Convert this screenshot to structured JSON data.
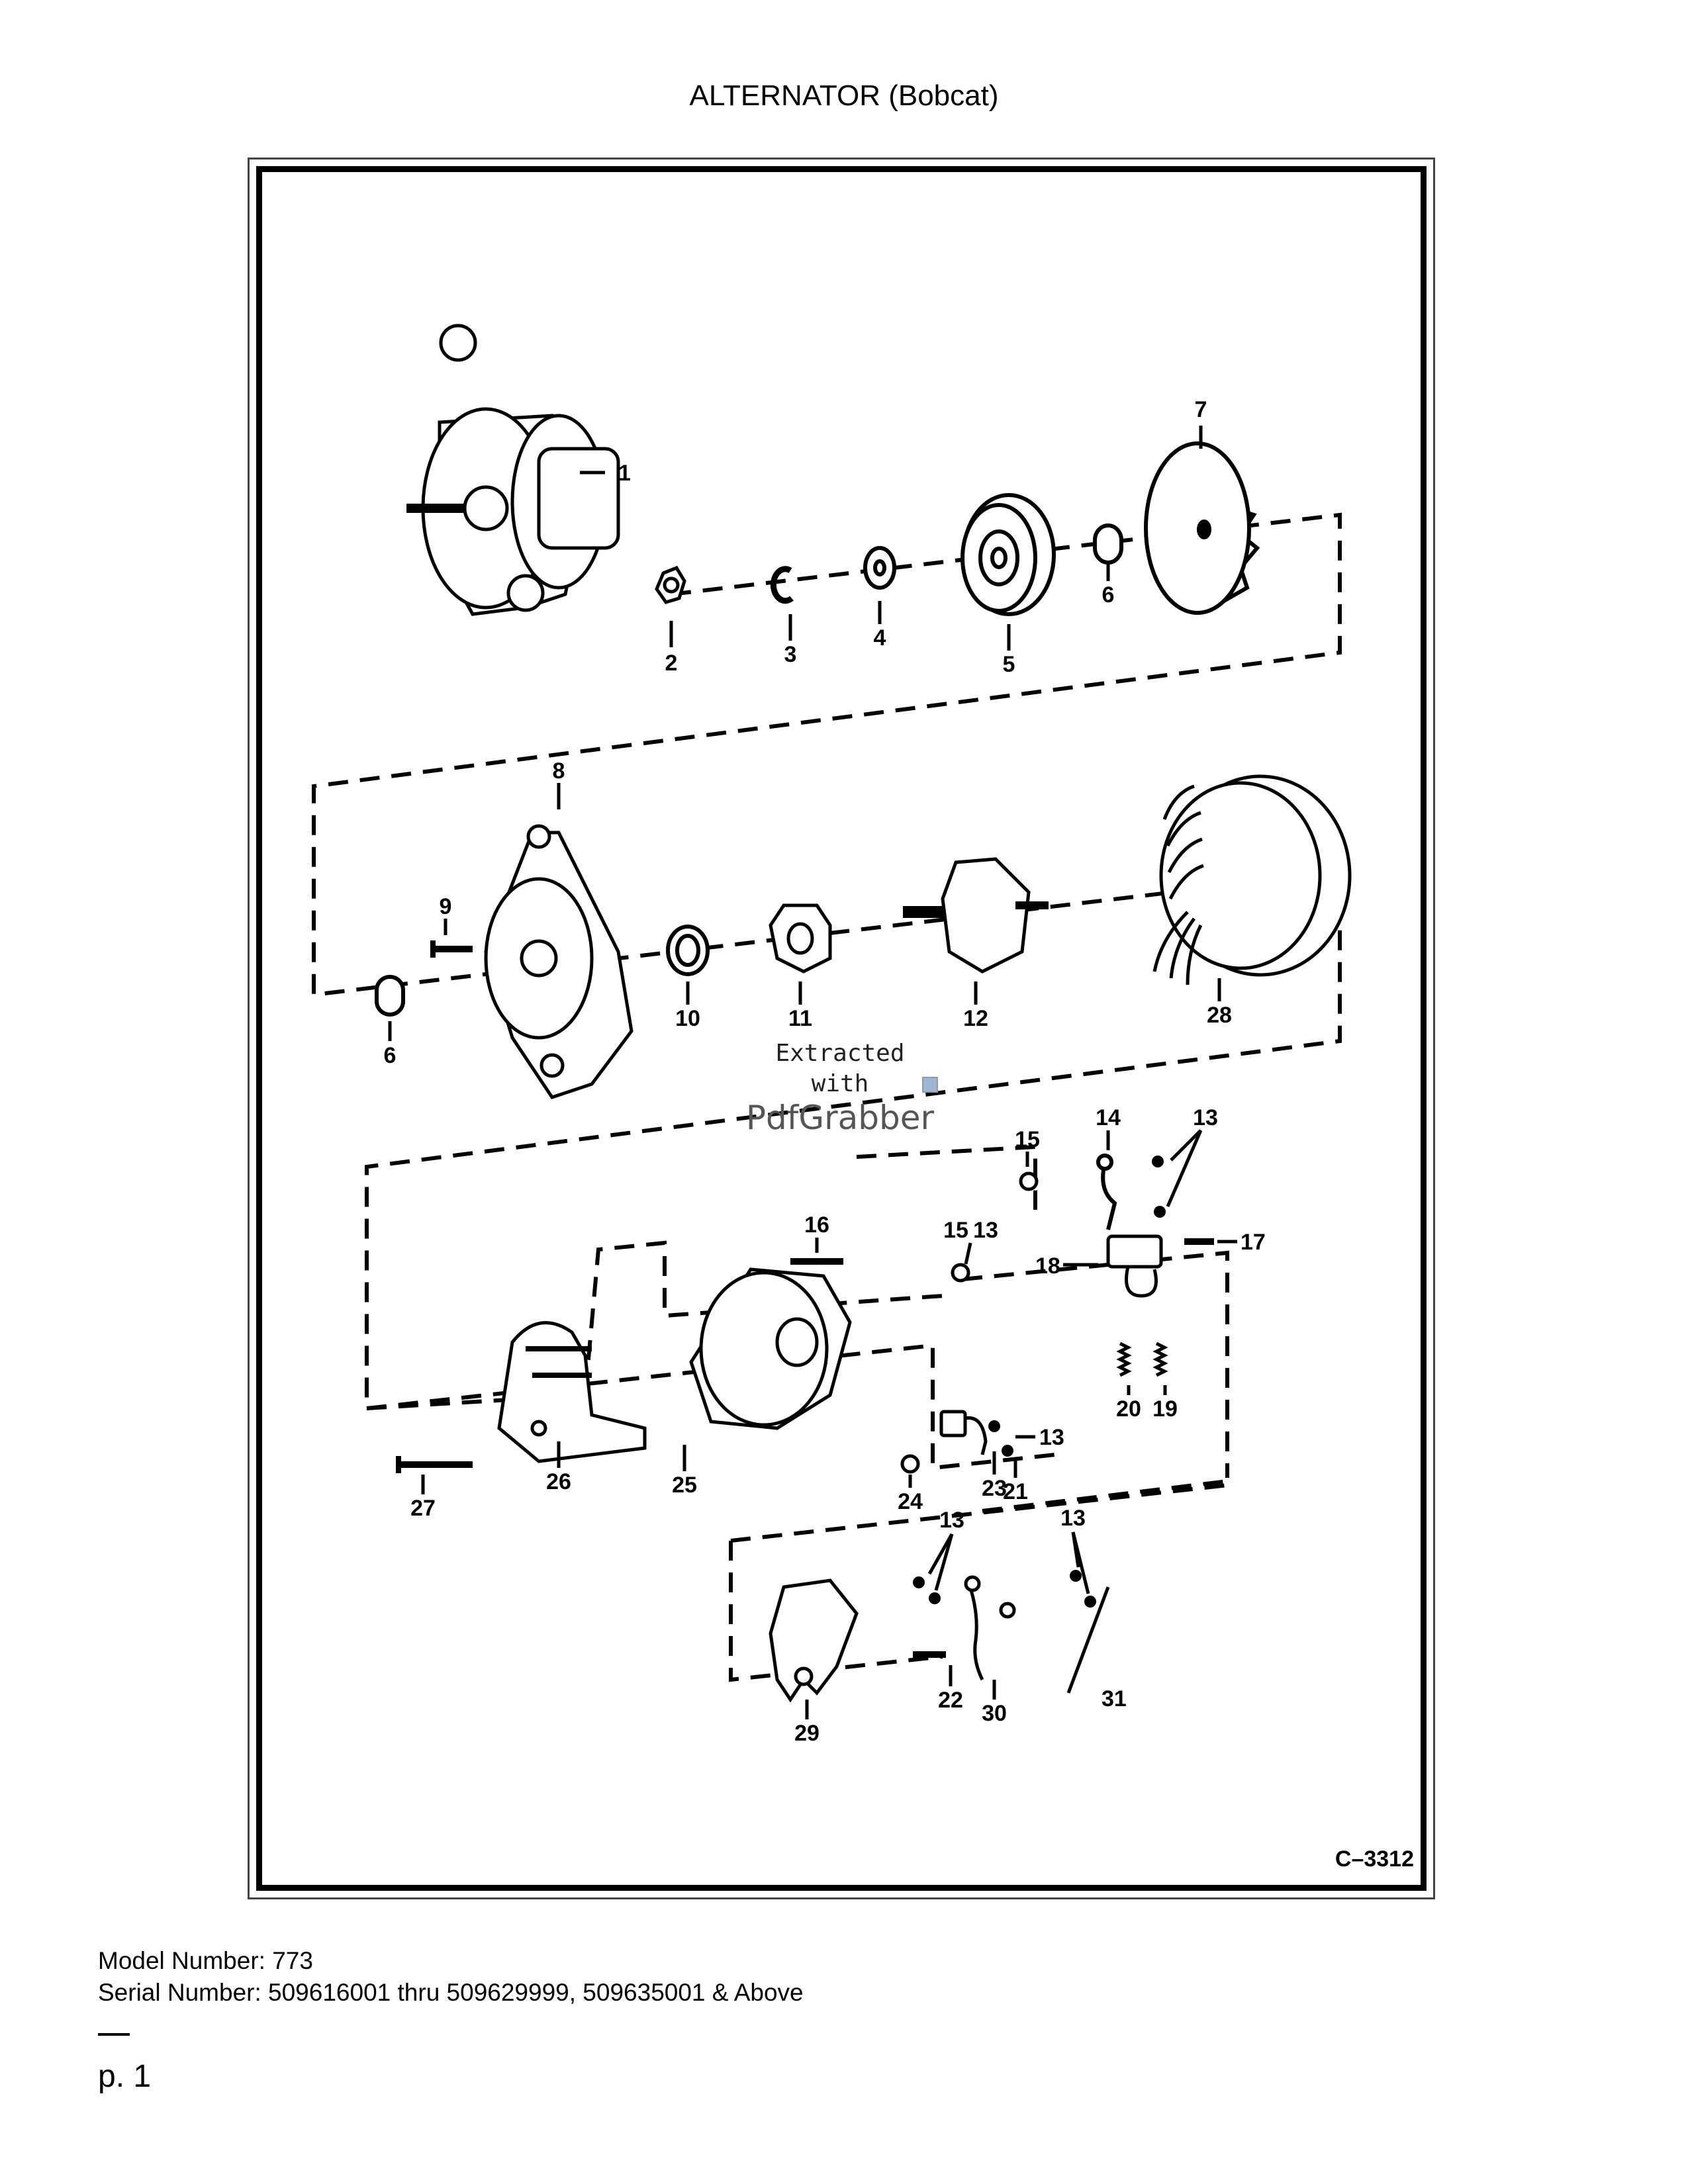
{
  "page": {
    "title": "ALTERNATOR (Bobcat)",
    "drawing_code": "C–3312",
    "model_number": "Model Number: 773",
    "serial_number": "Serial Number: 509616001 thru 509629999, 509635001 & Above",
    "page_number": "p. 1"
  },
  "watermark": {
    "line1": "Extracted",
    "line2": "with",
    "brand": "PdfGrabber"
  },
  "callouts": {
    "c1": "1",
    "c2": "2",
    "c3": "3",
    "c4": "4",
    "c5": "5",
    "c6a": "6",
    "c7": "7",
    "c8": "8",
    "c9": "9",
    "c6b": "6",
    "c10": "10",
    "c11": "11",
    "c12": "12",
    "c28": "28",
    "c15a": "15",
    "c14": "14",
    "c13a": "13",
    "c16": "16",
    "c15b": "15",
    "c13b": "13",
    "c17": "17",
    "c18": "18",
    "c13c": "13",
    "c20": "20",
    "c19": "19",
    "c21": "21",
    "c23": "23",
    "c24": "24",
    "c25": "25",
    "c26": "26",
    "c27": "27",
    "c13d": "13",
    "c13e": "13",
    "c29": "29",
    "c22": "22",
    "c30": "30",
    "c31": "31"
  },
  "icons": {
    "alternator": "alternator-assembly-icon",
    "pulley": "pulley-icon",
    "fan": "fan-icon",
    "stator": "stator-coil-icon",
    "rotor": "rotor-icon"
  }
}
